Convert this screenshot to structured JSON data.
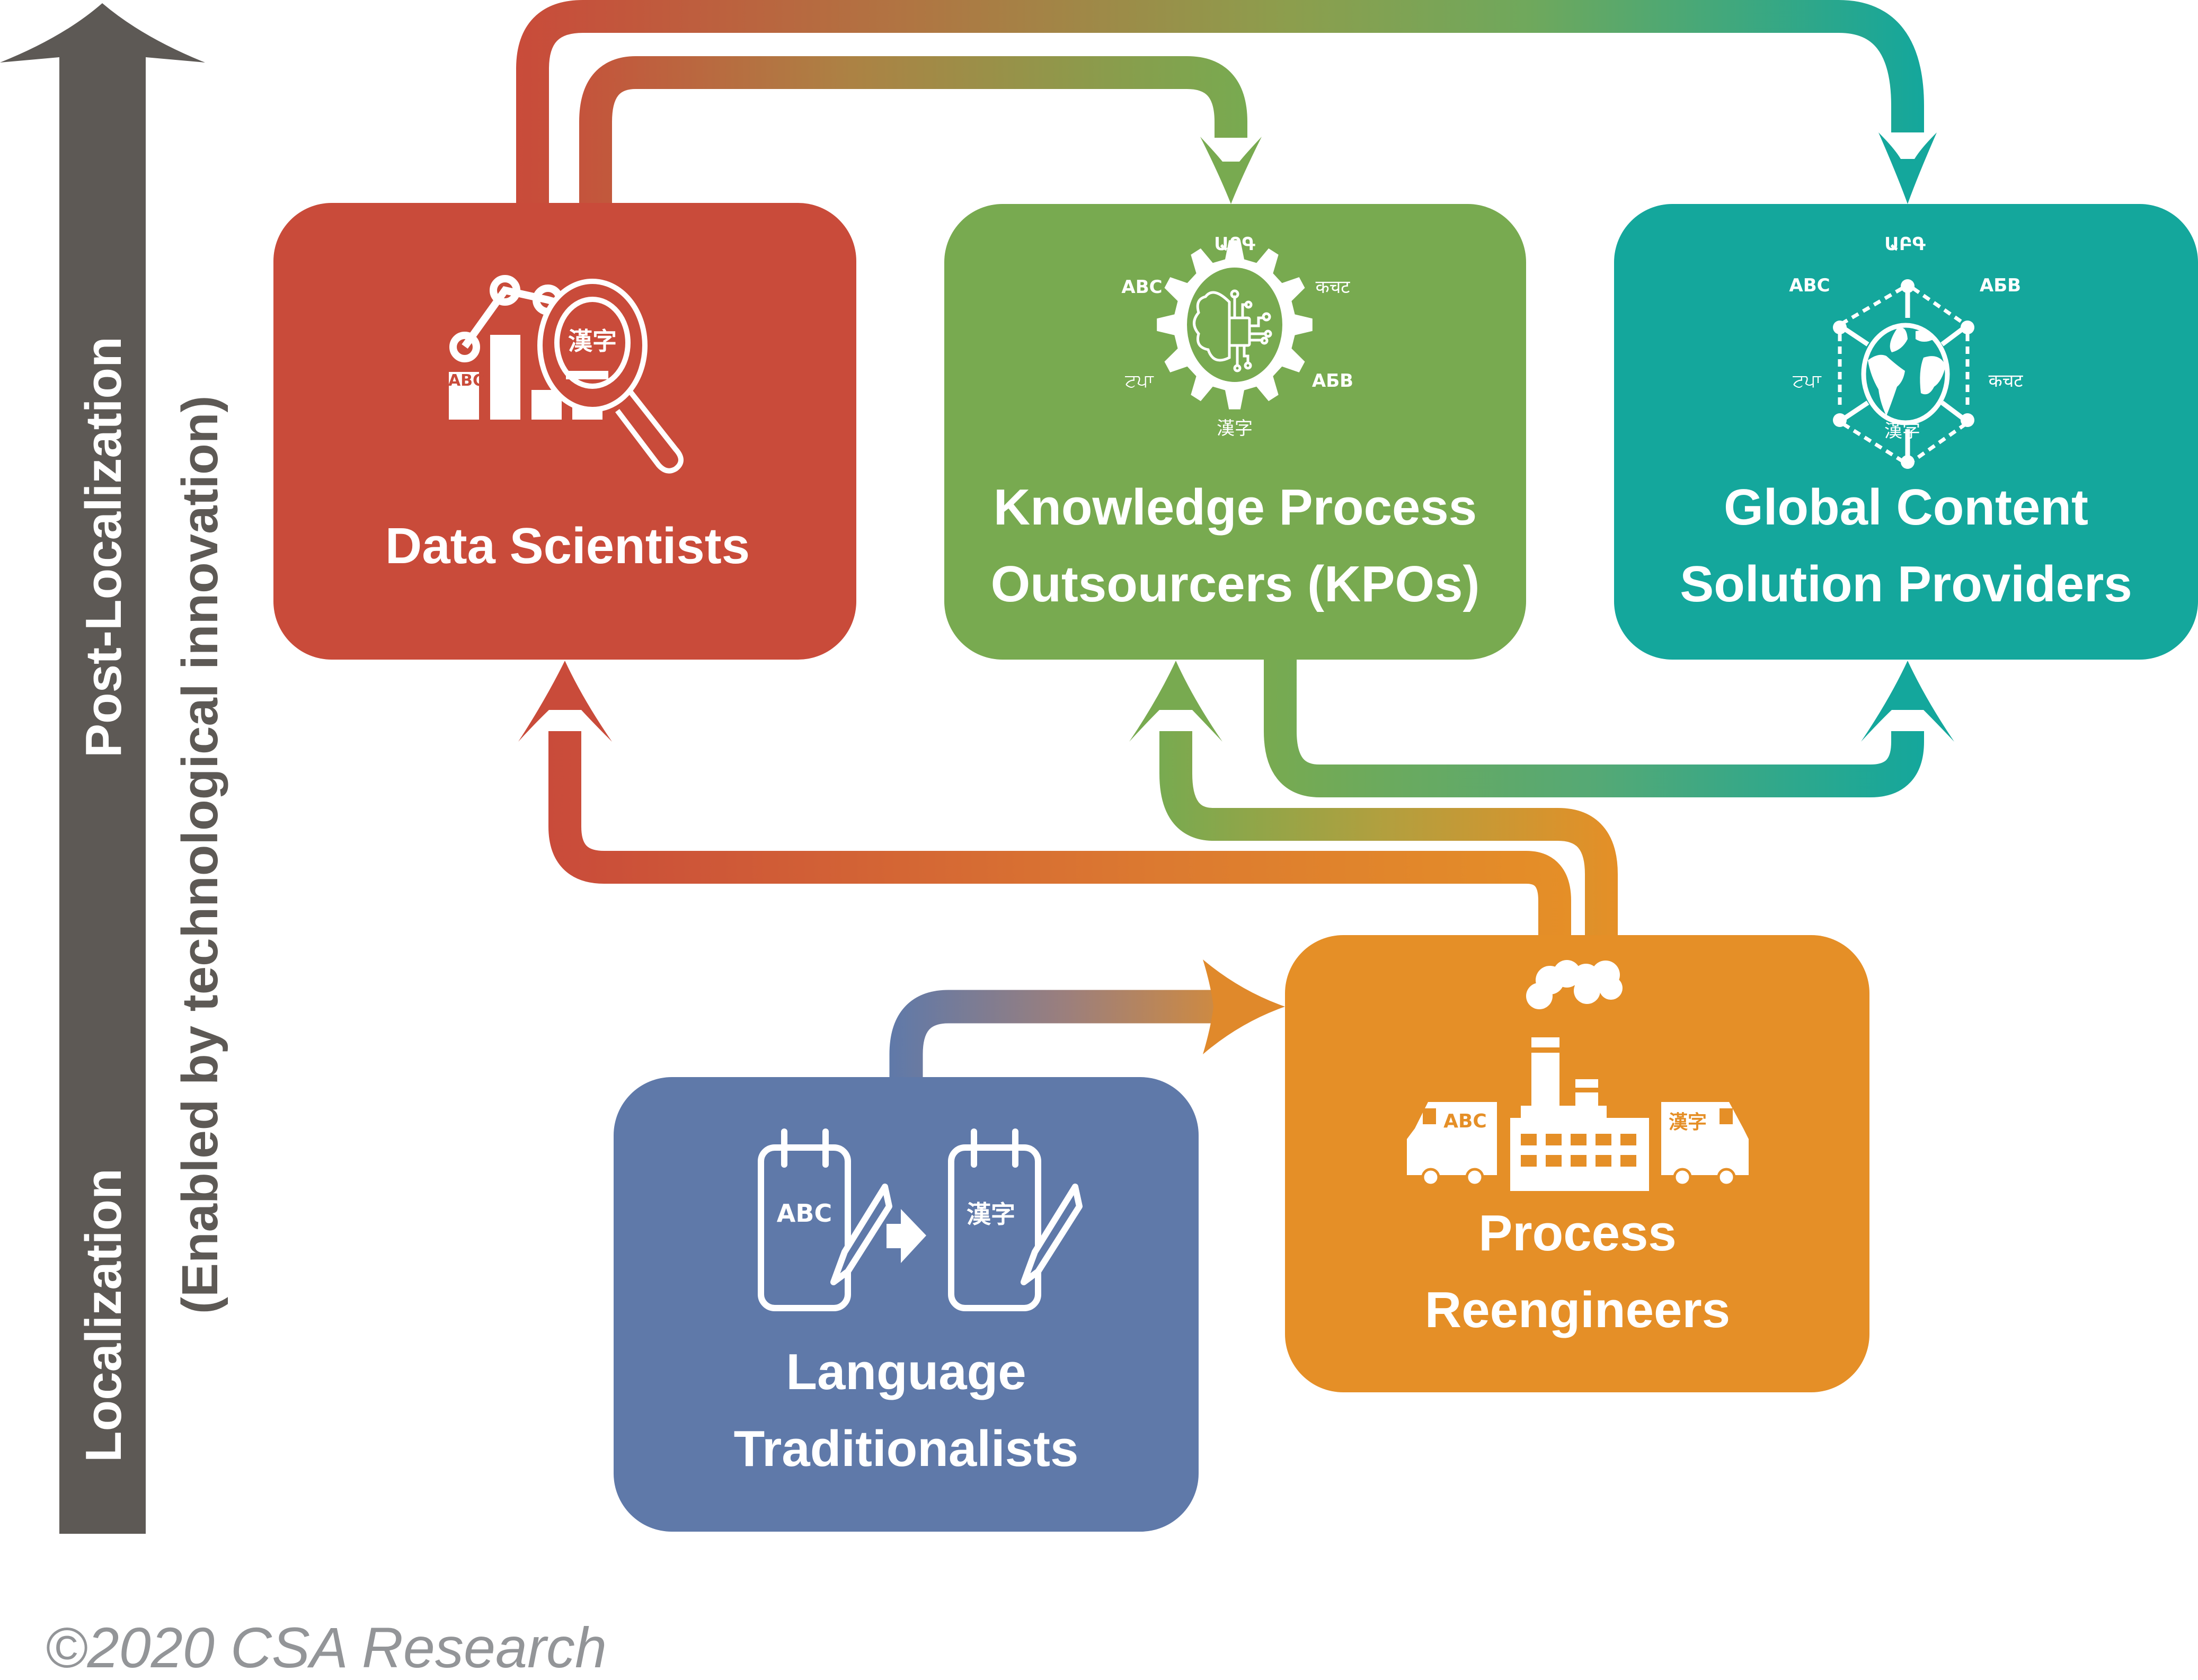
{
  "axis": {
    "bottom_label": "Localization",
    "top_label": "Post-Localization",
    "sub_label": "(Enabled by technological innovation)",
    "color": "#5d5955"
  },
  "boxes": {
    "data_scientists": {
      "title_lines": [
        "Data Scientists"
      ],
      "color": "#c94b3a",
      "icon": "chart-magnifier-icon",
      "icon_text": {
        "latin": "ABC",
        "cjk": "漢字"
      }
    },
    "kpo": {
      "title_lines": [
        "Knowledge Process",
        "Outsourcers (KPOs)"
      ],
      "color": "#78aa50",
      "icon": "gear-brain-icon",
      "scripts": {
        "armenian": "ԱԲԳ",
        "latin": "ABC",
        "devanagari": "कचट",
        "gurmukhi": "ਟਪਾ",
        "cyrillic": "АБВ",
        "cjk": "漢字"
      }
    },
    "global": {
      "title_lines": [
        "Global Content",
        "Solution Providers"
      ],
      "color": "#14a79c",
      "icon": "globe-network-icon",
      "scripts": {
        "armenian": "ԱԲԳ",
        "latin": "ABC",
        "cyrillic": "АБВ",
        "gurmukhi": "ਟਪਾ",
        "devanagari": "कचट",
        "cjk": "漢字"
      }
    },
    "process": {
      "title_lines": [
        "Process",
        "Reengineers"
      ],
      "color": "#e58f27",
      "icon": "factory-trucks-icon",
      "icon_text": {
        "latin": "ABC",
        "cjk": "漢字"
      }
    },
    "language": {
      "title_lines": [
        "Language",
        "Traditionalists"
      ],
      "color": "#5f79a9",
      "icon": "notepad-translate-icon",
      "icon_text": {
        "latin": "ABC",
        "cjk": "漢字"
      }
    }
  },
  "flows": [
    {
      "from": "Language Traditionalists",
      "to": "Process Reengineers"
    },
    {
      "from": "Process Reengineers",
      "to": "Data Scientists"
    },
    {
      "from": "Process Reengineers",
      "to": "Knowledge Process Outsourcers (KPOs)"
    },
    {
      "from": "Data Scientists",
      "to": "Knowledge Process Outsourcers (KPOs)"
    },
    {
      "from": "Data Scientists",
      "to": "Global Content Solution Providers"
    },
    {
      "from": "Knowledge Process Outsourcers (KPOs)",
      "to": "Global Content Solution Providers"
    }
  ],
  "footer": {
    "copyright": "©2020 CSA Research",
    "color": "#939598"
  }
}
